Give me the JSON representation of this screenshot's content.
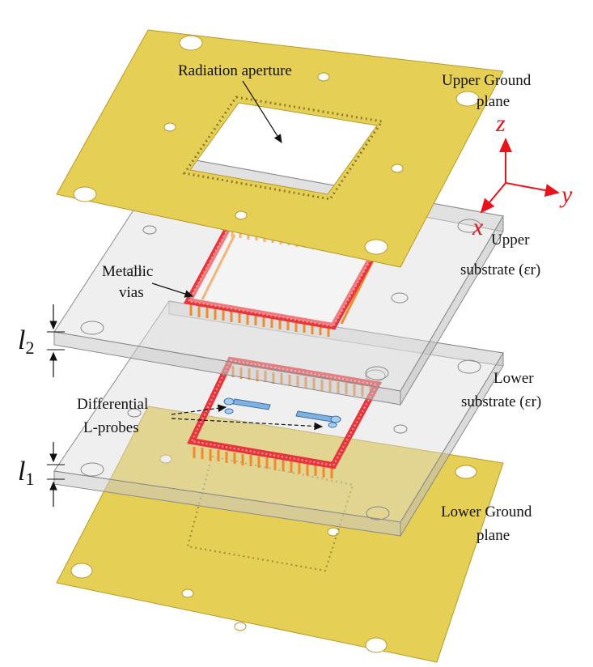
{
  "labels": {
    "radiation_aperture": "Radiation aperture",
    "upper_ground_line1": "Upper Ground",
    "upper_ground_line2": "plane",
    "upper_substrate_line1": "Upper",
    "upper_substrate_line2": "substrate (εr)",
    "metallic_vias_line1": "Metallic",
    "metallic_vias_line2": "vias",
    "lower_substrate_line1": "Lower",
    "lower_substrate_line2": "substrate (εr)",
    "differential_line1": "Differential",
    "differential_line2": "L-probes",
    "lower_ground_line1": "Lower Ground",
    "lower_ground_line2": "plane",
    "l2": "l",
    "l2_sub": "2",
    "l1": "l",
    "l1_sub": "1"
  },
  "axes": {
    "x": "x",
    "y": "y",
    "z": "z"
  },
  "colors": {
    "ground_plane": "#e6cf55",
    "ground_edge": "#b89a2a",
    "substrate_fill": "#d9d9d9",
    "substrate_edge": "#8a8a8a",
    "via_orange": "#f08a2a",
    "via_ring_red": "#e8343a",
    "probe_blue": "#7fb2e0",
    "axis_red": "#e8141b"
  },
  "icons": {
    "axis": "coordinate-axis-arrows",
    "dimension": "dimension-arrows"
  }
}
